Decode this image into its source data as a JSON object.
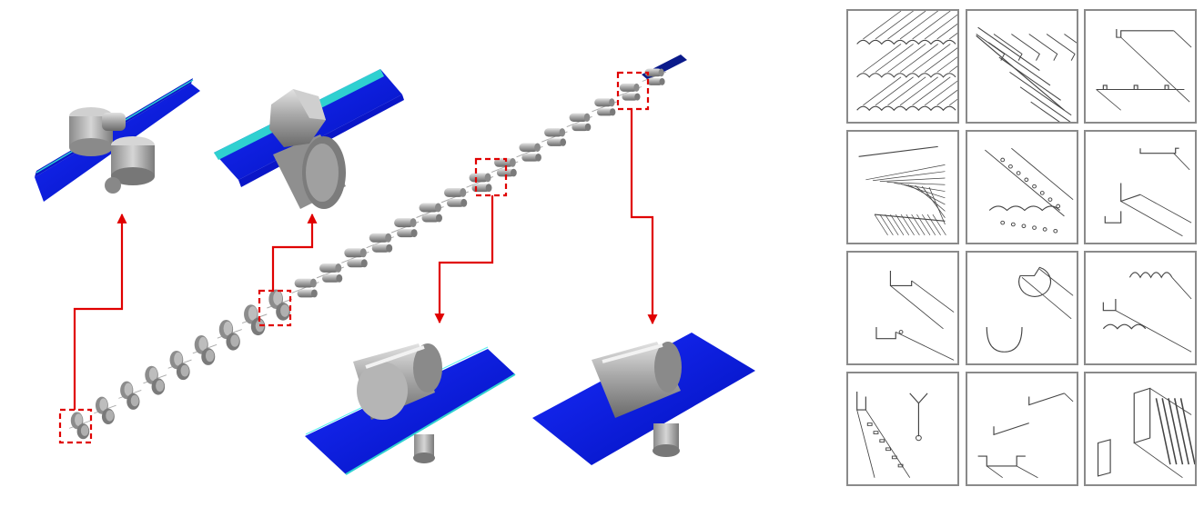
{
  "figure": {
    "left_panel": "roll-forming-line-simulation",
    "right_panel": "profile-catalog"
  },
  "colors": {
    "sheet_blue": "#0a1ee6",
    "sheet_blue_dark": "#0010a0",
    "sheet_edge_cyan": "#2fd0d0",
    "roll_gray": "#9a9a9a",
    "roll_gray_light": "#d4d4d4",
    "roll_gray_dark": "#6d6d6d",
    "highlight_red": "#e00000",
    "tile_border": "#8a8a8a",
    "line_art": "#444444"
  },
  "profiles": [
    {
      "id": "corrugated-wave-sheet"
    },
    {
      "id": "roof-tile-panel"
    },
    {
      "id": "trapezoidal-deck"
    },
    {
      "id": "ribbed-wall-panel"
    },
    {
      "id": "perforated-deck"
    },
    {
      "id": "z-purlin"
    },
    {
      "id": "c-channel"
    },
    {
      "id": "round-tube-seam"
    },
    {
      "id": "omega-deck"
    },
    {
      "id": "slotted-rack-upright"
    },
    {
      "id": "hat-channel"
    },
    {
      "id": "box-section-with-slots"
    }
  ]
}
